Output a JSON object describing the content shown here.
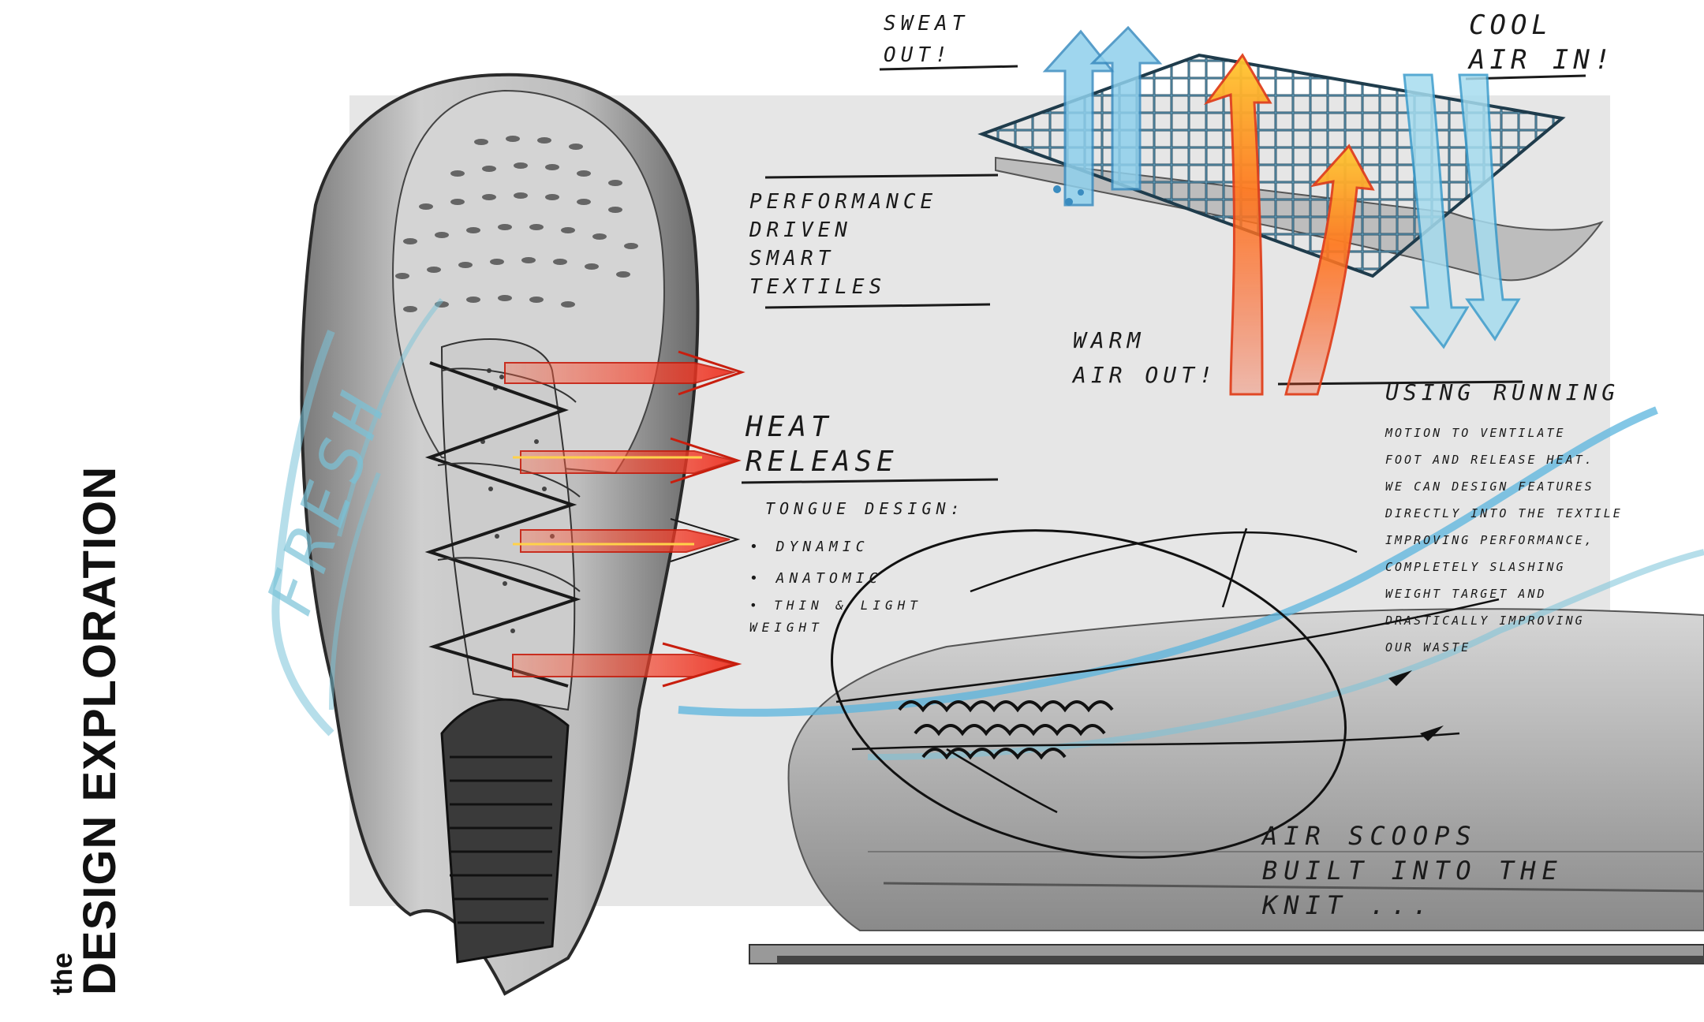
{
  "side_title": {
    "prefix": "the",
    "main": "DESIGN EXPLORATION"
  },
  "notes": {
    "sweat_out": "Sweat\nout!",
    "cool_air_in": "Cool\nair in!",
    "warm_air_out": "Warm\nair out!",
    "smart_textiles": "Performance\ndriven\nsmart\ntextiles",
    "heat_release": "Heat\nrelease",
    "tongue_design": "Tongue design:",
    "tongue_points": [
      "• Dynamic",
      "• Anatomic",
      "• Thin & light\n   weight"
    ],
    "running_heading": "Using running",
    "running_body": "motion to ventilate\nfoot and release heat.\nWe can design features\ndirectly into the textile\nimproving performance,\ncompletely slashing\nweight target and\ndrastically improving\nour waste",
    "air_scoops": "Air scoops\nbuilt into the\nknit ...",
    "tongue_side": "Fresh"
  },
  "colors": {
    "panel": "#e6e6e6",
    "heat": "#ee3a22",
    "air": "#5ab4de",
    "ink": "#1a1a1a"
  }
}
